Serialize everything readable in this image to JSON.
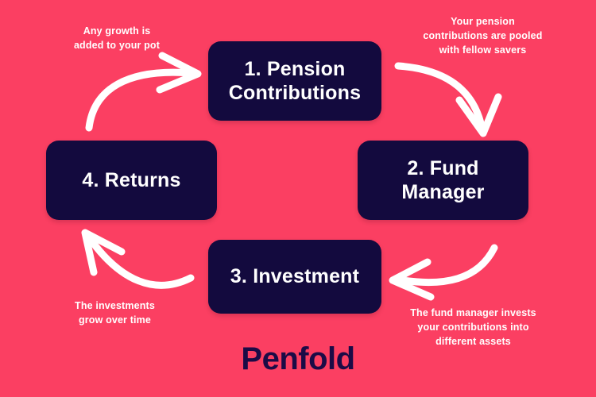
{
  "theme": {
    "background_color": "#FB3F62",
    "node_color": "#130A3E",
    "node_text_color": "#FFFFFF",
    "caption_color": "#FFFFFF",
    "brand_color": "#1B0B46",
    "arrow_color": "#FFFFFF"
  },
  "diagram": {
    "type": "cycle",
    "nodes": [
      {
        "id": "1",
        "label": "1. Pension\nContributions"
      },
      {
        "id": "2",
        "label": "2. Fund\nManager"
      },
      {
        "id": "3",
        "label": "3. Investment"
      },
      {
        "id": "4",
        "label": "4. Returns"
      }
    ],
    "captions": [
      {
        "id": "growth",
        "text": "Any growth is\nadded to your pot"
      },
      {
        "id": "pooled",
        "text": "Your pension\ncontributions are pooled\nwith fellow savers"
      },
      {
        "id": "invests",
        "text": "The fund manager invests\nyour contributions into\ndifferent assets"
      },
      {
        "id": "grow_time",
        "text": "The investments\ngrow over time"
      }
    ],
    "arrows": [
      {
        "id": "returns-to-contributions",
        "from": "4. Returns",
        "to": "1. Pension Contributions",
        "direction": "right"
      },
      {
        "id": "contributions-to-fund",
        "from": "1. Pension Contributions",
        "to": "2. Fund Manager",
        "direction": "down"
      },
      {
        "id": "fund-to-investment",
        "from": "2. Fund Manager",
        "to": "3. Investment",
        "direction": "left"
      },
      {
        "id": "investment-to-returns",
        "from": "3. Investment",
        "to": "4. Returns",
        "direction": "up-left"
      }
    ]
  },
  "brand": {
    "name": "Penfold"
  }
}
